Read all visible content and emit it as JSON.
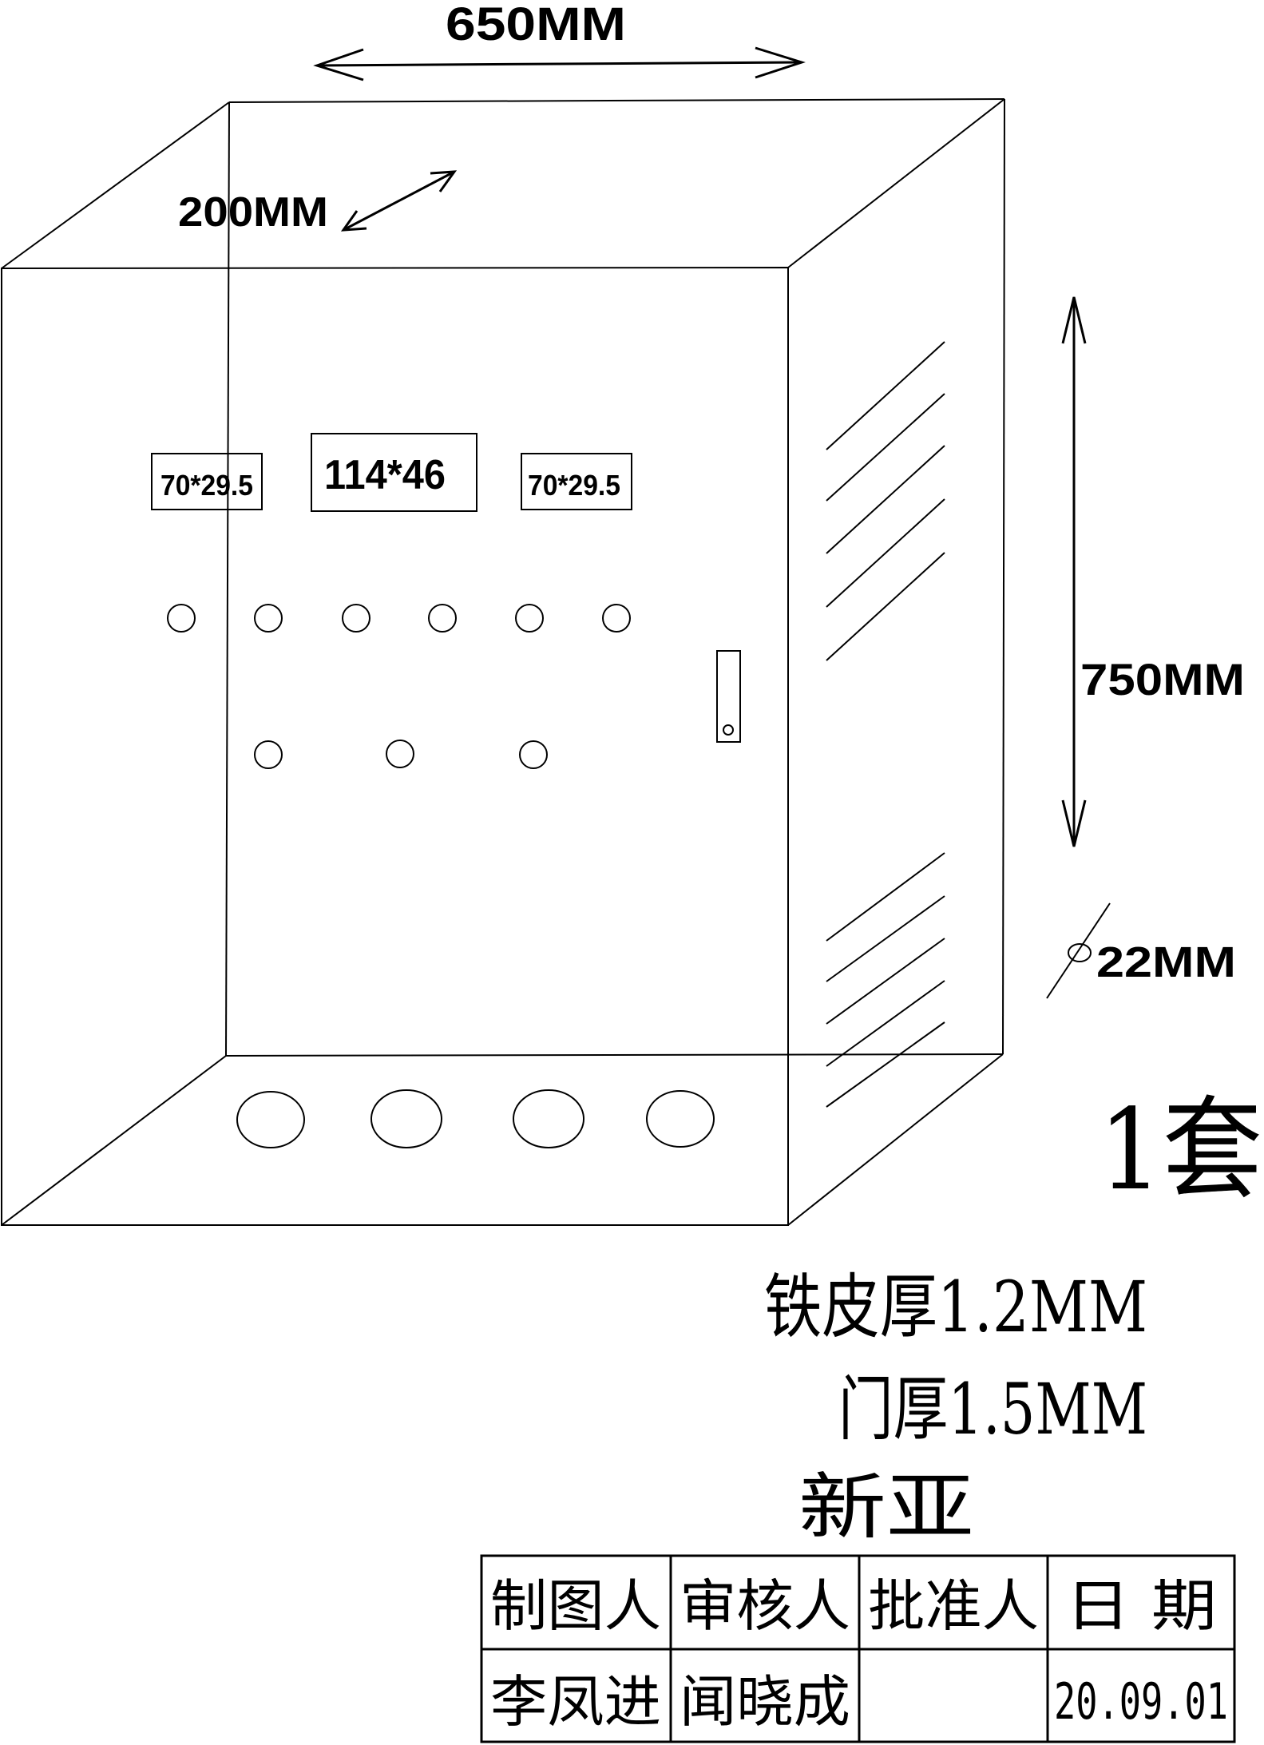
{
  "dimensions": {
    "width": "650MM",
    "depth": "200MM",
    "height": "750MM",
    "hole_diameter": "22MM"
  },
  "cutouts": {
    "left_label": "70*29.5",
    "center_label": "114*46",
    "right_label": "70*29.5"
  },
  "quantity": "1套",
  "specs": {
    "sheet_thickness": "铁皮厚1.2MM",
    "door_thickness": "门厚1.5MM",
    "company": "新亚"
  },
  "title_block": {
    "headers": [
      "制图人",
      "审核人",
      "批准人",
      "日 期"
    ],
    "values": [
      "李凤进",
      "闻晓成",
      "",
      "20.09.01"
    ]
  }
}
